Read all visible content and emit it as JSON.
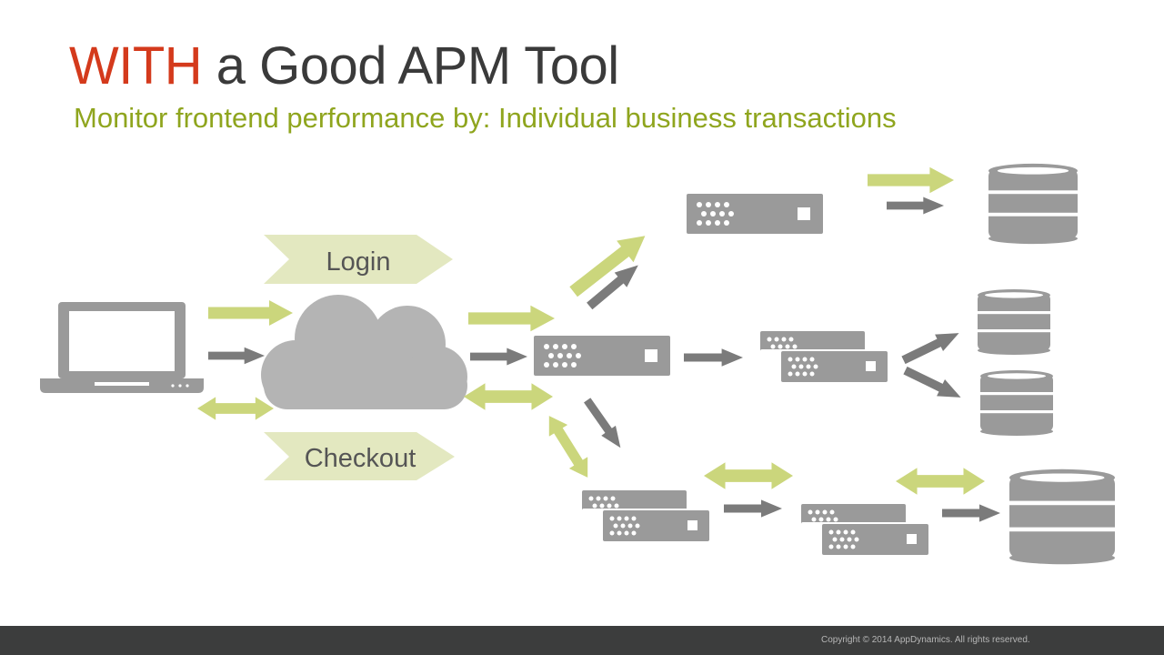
{
  "title": {
    "accent": "WITH",
    "rest": "a Good APM Tool"
  },
  "subtitle": "Monitor frontend performance by: Individual business transactions",
  "transactions": {
    "login": "Login",
    "checkout": "Checkout"
  },
  "footer": {
    "copyright": "Copyright © 2014 AppDynamics. All rights reserved."
  },
  "colors": {
    "accent": "#d43a1c",
    "subtitle": "#8fa51e",
    "arrow_green": "#cbd67c",
    "arrow_gray": "#7b7b7b",
    "device_gray": "#9a9a9a",
    "footer_bg": "#3c3d3d"
  },
  "icons": [
    "laptop-icon",
    "cloud-icon",
    "server-icon",
    "database-icon",
    "arrow-icon"
  ]
}
